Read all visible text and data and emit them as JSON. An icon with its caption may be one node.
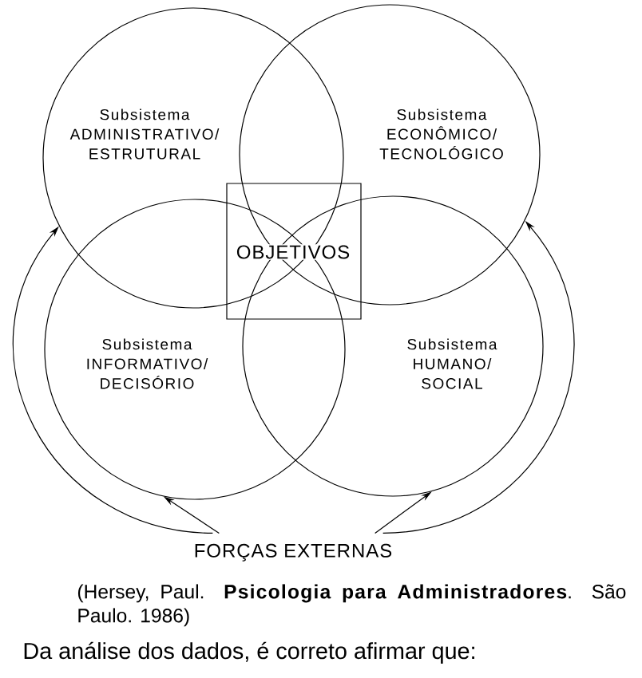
{
  "diagram": {
    "caption": "(Hersey, Paul. **Psicologia para Administradores**. São Paulo. 1986)",
    "nodes": [
      {
        "text": [
          "Subsistema ADMINISTRATIVO/ ESTRUTURAL"
        ]
      },
      {
        "text": [
          "Subsistema ECONÔMICO/ TECNOLÓGICO"
        ]
      },
      {
        "text": [
          "OBJETIVOS"
        ]
      },
      {
        "text": [
          "Subsistema INFORMATIVO/ DECISÓRIO"
        ]
      },
      {
        "text": [
          "Subsistema HUMANO/ SOCIAL"
        ]
      },
      {
        "text": [
          "FORÇAS EXTERNAS"
        ]
      }
    ],
    "edges": [
      {
        "from": 5,
        "to": 0,
        "arrow": "to"
      },
      {
        "from": 5,
        "to": 3,
        "arrow": "to"
      },
      {
        "from": 5,
        "to": 4,
        "arrow": "to"
      },
      {
        "from": 5,
        "to": 1,
        "arrow": "to"
      }
    ],
    "labels": [
      "Da análise dos dados, é correto afirmar que:"
    ]
  }
}
